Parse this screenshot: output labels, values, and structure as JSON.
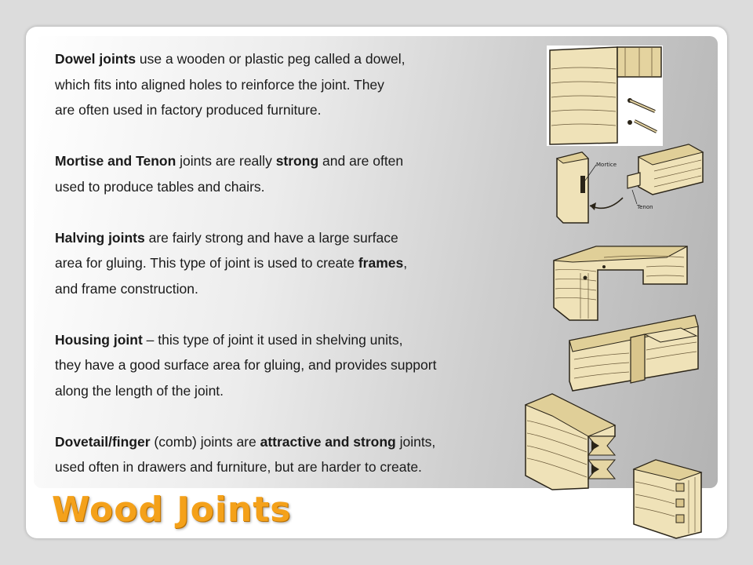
{
  "paragraphs": [
    {
      "lines": [
        [
          {
            "b": "Dowel joints"
          },
          {
            "t": " use a wooden or plastic peg called a dowel,"
          }
        ],
        [
          {
            "t": "which fits into aligned holes to reinforce the joint. They"
          }
        ],
        [
          {
            "t": "are often used in factory produced furniture."
          }
        ]
      ]
    },
    {
      "lines": [
        [
          {
            "b": "Mortise and Tenon"
          },
          {
            "t": " joints are really "
          },
          {
            "b": "strong"
          },
          {
            "t": " and are often"
          }
        ],
        [
          {
            "t": "used to produce tables and chairs."
          }
        ]
      ]
    },
    {
      "lines": [
        [
          {
            "b": "Halving joints"
          },
          {
            "t": " are fairly strong and have a large surface"
          }
        ],
        [
          {
            "t": "area for gluing. This type of joint is used to create "
          },
          {
            "b": "frames"
          },
          {
            "t": ","
          }
        ],
        [
          {
            "t": "and frame construction."
          }
        ]
      ]
    },
    {
      "lines": [
        [
          {
            "b": "Housing joint"
          },
          {
            "t": " – this type of joint it used in shelving units,"
          }
        ],
        [
          {
            "t": "they have a good surface area for gluing, and provides support"
          }
        ],
        [
          {
            "t": "along the length of the joint."
          }
        ]
      ]
    },
    {
      "lines": [
        [
          {
            "b": "Dovetail/finger"
          },
          {
            "t": " (comb) joints are "
          },
          {
            "b": "attractive and strong"
          },
          {
            "t": " joints,"
          }
        ],
        [
          {
            "t": "used often in drawers and furniture, but are harder to create."
          }
        ]
      ]
    }
  ],
  "title": "Wood Joints",
  "labels": {
    "mortice": "Mortice",
    "tenon": "Tenon"
  },
  "colors": {
    "title": "#f4a11a",
    "wood": "#efe2b8",
    "outline": "#2a2418"
  }
}
